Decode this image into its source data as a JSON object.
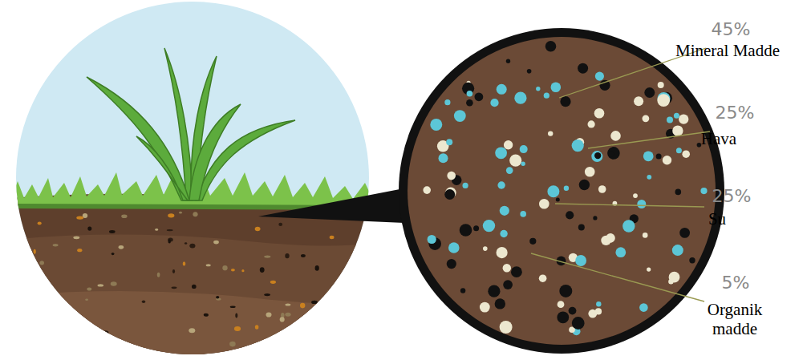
{
  "diagram": {
    "labels": [
      "45%",
      "Mineral Madde",
      "25%",
      "Hava",
      "25%",
      "Su",
      "5%",
      "Organik madde"
    ]
  }
}
